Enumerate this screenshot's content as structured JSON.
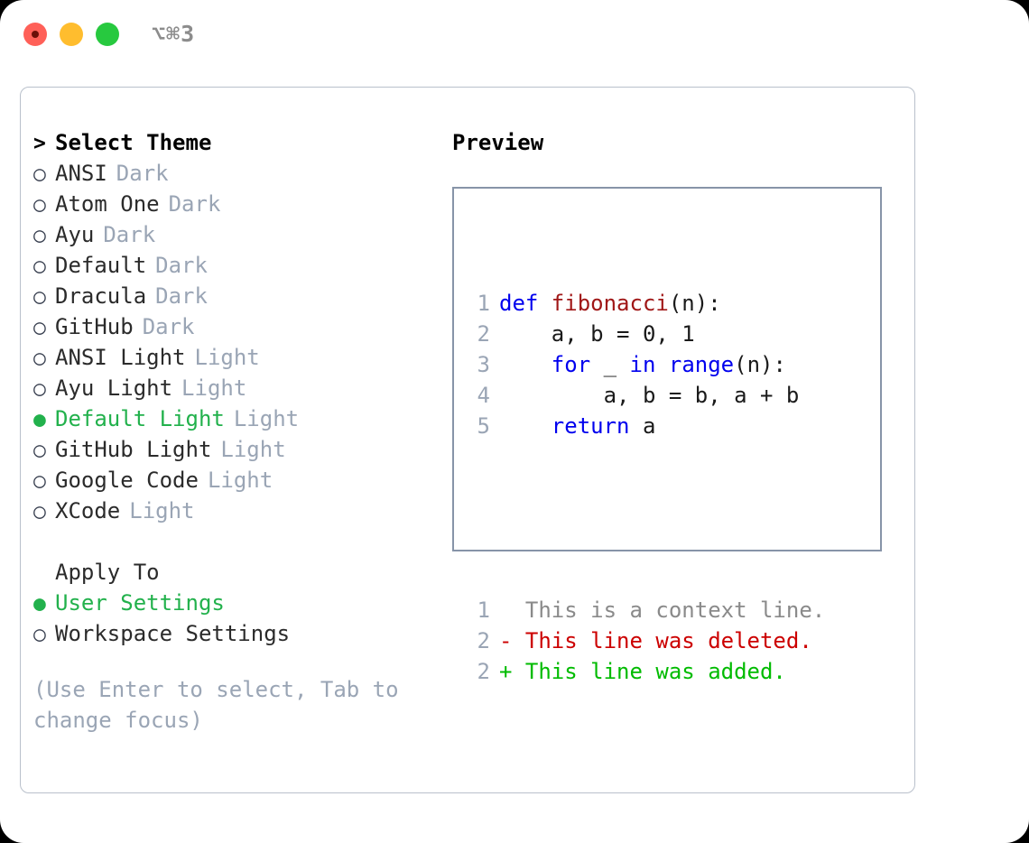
{
  "titlebar": {
    "shortcut": "⌥⌘3",
    "buttons": [
      {
        "name": "close",
        "color": "#ff6058"
      },
      {
        "name": "minimize",
        "color": "#ffbd2e"
      },
      {
        "name": "maximize",
        "color": "#27c93f"
      }
    ]
  },
  "theme_list": {
    "header_marker": ">",
    "header_label": "Select Theme",
    "marker_selected": "●",
    "marker_unselected": "○",
    "items": [
      {
        "marker": "○",
        "label": "ANSI",
        "tag": "Dark",
        "selected": false
      },
      {
        "marker": "○",
        "label": "Atom One",
        "tag": "Dark",
        "selected": false
      },
      {
        "marker": "○",
        "label": "Ayu",
        "tag": "Dark",
        "selected": false
      },
      {
        "marker": "○",
        "label": "Default",
        "tag": "Dark",
        "selected": false
      },
      {
        "marker": "○",
        "label": "Dracula",
        "tag": "Dark",
        "selected": false
      },
      {
        "marker": "○",
        "label": "GitHub",
        "tag": "Dark",
        "selected": false
      },
      {
        "marker": "○",
        "label": "ANSI Light",
        "tag": "Light",
        "selected": false
      },
      {
        "marker": "○",
        "label": "Ayu Light",
        "tag": "Light",
        "selected": false
      },
      {
        "marker": "●",
        "label": "Default Light",
        "tag": "Light",
        "selected": true
      },
      {
        "marker": "○",
        "label": "GitHub Light",
        "tag": "Light",
        "selected": false
      },
      {
        "marker": "○",
        "label": "Google Code",
        "tag": "Light",
        "selected": false
      },
      {
        "marker": "○",
        "label": "XCode",
        "tag": "Light",
        "selected": false
      }
    ]
  },
  "apply_to": {
    "heading": "Apply To",
    "options": [
      {
        "marker": "●",
        "label": "User Settings",
        "selected": true
      },
      {
        "marker": "○",
        "label": "Workspace Settings",
        "selected": false
      }
    ]
  },
  "hint": "(Use Enter to select, Tab to change focus)",
  "preview": {
    "title": "Preview",
    "code_lines": [
      {
        "no": "1",
        "tokens": [
          {
            "t": "def ",
            "c": "kw"
          },
          {
            "t": "fibonacci",
            "c": "fn"
          },
          {
            "t": "(n):",
            "c": "plain"
          }
        ]
      },
      {
        "no": "2",
        "tokens": [
          {
            "t": "    a, b = 0, 1",
            "c": "plain"
          }
        ]
      },
      {
        "no": "3",
        "tokens": [
          {
            "t": "    ",
            "c": "plain"
          },
          {
            "t": "for",
            "c": "kw"
          },
          {
            "t": " _ ",
            "c": "plain"
          },
          {
            "t": "in",
            "c": "kw"
          },
          {
            "t": " ",
            "c": "plain"
          },
          {
            "t": "range",
            "c": "kw"
          },
          {
            "t": "(n):",
            "c": "plain"
          }
        ]
      },
      {
        "no": "4",
        "tokens": [
          {
            "t": "        a, b = b, a + b",
            "c": "plain"
          }
        ]
      },
      {
        "no": "5",
        "tokens": [
          {
            "t": "    ",
            "c": "plain"
          },
          {
            "t": "return",
            "c": "kw"
          },
          {
            "t": " a",
            "c": "plain"
          }
        ]
      }
    ],
    "diff_lines": [
      {
        "no": "1",
        "tokens": [
          {
            "t": "  This is a context line.",
            "c": "ctx"
          }
        ]
      },
      {
        "no": "2",
        "tokens": [
          {
            "t": "- This line was deleted.",
            "c": "del"
          }
        ]
      },
      {
        "no": "2",
        "tokens": [
          {
            "t": "+ This line was added.",
            "c": "add"
          }
        ]
      }
    ]
  },
  "colors": {
    "accent_green": "#22b14c",
    "keyword_blue": "#0000ee",
    "function_red": "#a01717",
    "diff_add": "#00bb00",
    "diff_del": "#cc0000",
    "muted_gray": "#9aa5b5",
    "border": "#8794a8"
  }
}
